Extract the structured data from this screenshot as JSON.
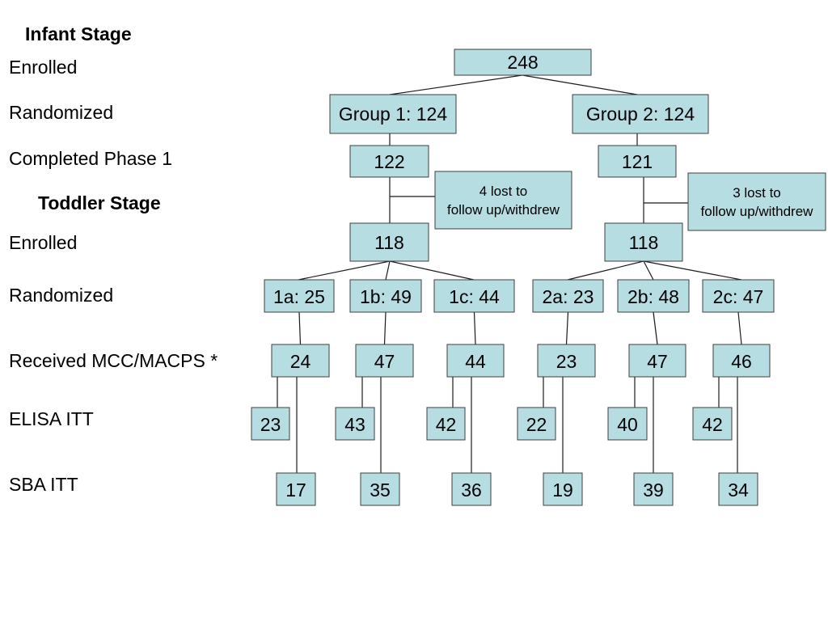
{
  "stages": {
    "infant_title": "Infant Stage",
    "toddler_title": "Toddler Stage"
  },
  "row_labels": {
    "enrolled_infant": "Enrolled",
    "randomized_infant": "Randomized",
    "completed_phase1": "Completed Phase 1",
    "enrolled_toddler": "Enrolled",
    "randomized_toddler": "Randomized",
    "received": "Received MCC/MACPS *",
    "elisa": "ELISA ITT",
    "sba": "SBA ITT"
  },
  "nodes": {
    "total": "248",
    "group1": "Group 1: 124",
    "group2": "Group 2: 124",
    "g1_completed": "122",
    "g2_completed": "121",
    "g1_lost": [
      "4 lost to",
      "follow up/withdrew"
    ],
    "g2_lost": [
      "3 lost to",
      "follow up/withdrew"
    ],
    "g1_toddler": "118",
    "g2_toddler": "118"
  },
  "subgroups": [
    {
      "label": "1a: 25",
      "received": "24",
      "elisa": "23",
      "sba": "17"
    },
    {
      "label": "1b: 49",
      "received": "47",
      "elisa": "43",
      "sba": "35"
    },
    {
      "label": "1c: 44",
      "received": "44",
      "elisa": "42",
      "sba": "36"
    },
    {
      "label": "2a: 23",
      "received": "23",
      "elisa": "22",
      "sba": "19"
    },
    {
      "label": "2b: 48",
      "received": "47",
      "elisa": "40",
      "sba": "39"
    },
    {
      "label": "2c: 47",
      "received": "46",
      "elisa": "42",
      "sba": "34"
    }
  ],
  "colors": {
    "box_fill": "#b6dde2",
    "box_stroke": "#3f3f3f"
  }
}
